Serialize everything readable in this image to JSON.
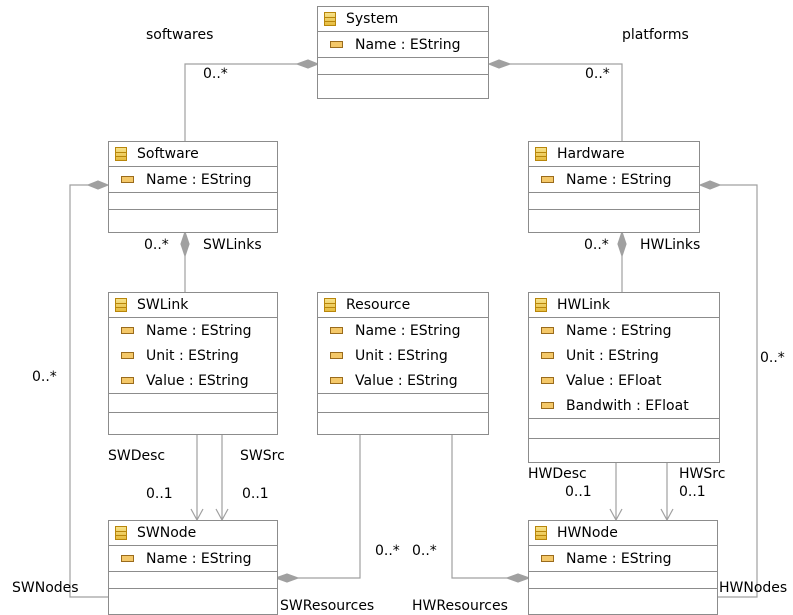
{
  "classes": {
    "system": {
      "name": "System",
      "attrs": [
        "Name : EString"
      ]
    },
    "software": {
      "name": "Software",
      "attrs": [
        "Name : EString"
      ]
    },
    "hardware": {
      "name": "Hardware",
      "attrs": [
        "Name : EString"
      ]
    },
    "swlink": {
      "name": "SWLink",
      "attrs": [
        "Name : EString",
        "Unit : EString",
        "Value : EString"
      ]
    },
    "resource": {
      "name": "Resource",
      "attrs": [
        "Name : EString",
        "Unit : EString",
        "Value : EString"
      ]
    },
    "hwlink": {
      "name": "HWLink",
      "attrs": [
        "Name : EString",
        "Unit : EString",
        "Value : EFloat",
        "Bandwith : EFloat"
      ]
    },
    "swnode": {
      "name": "SWNode",
      "attrs": [
        "Name : EString"
      ]
    },
    "hwnode": {
      "name": "HWNode",
      "attrs": [
        "Name : EString"
      ]
    }
  },
  "labels": {
    "softwares": "softwares",
    "softwares_mult": "0..*",
    "platforms": "platforms",
    "platforms_mult": "0..*",
    "swlinks": "SWLinks",
    "swlinks_mult": "0..*",
    "hwlinks": "HWLinks",
    "hwlinks_mult": "0..*",
    "swnodes_mult": "0..*",
    "swnodes": "SWNodes",
    "hwnodes_mult": "0..*",
    "hwnodes": "HWNodes",
    "swdesc": "SWDesc",
    "swdesc_mult": "0..1",
    "swsrc": "SWSrc",
    "swsrc_mult": "0..1",
    "hwdesc": "HWDesc",
    "hwdesc_mult": "0..1",
    "hwsrc": "HWSrc",
    "hwsrc_mult": "0..1",
    "swresources_mult": "0..*",
    "swresources": "SWResources",
    "hwresources_mult": "0..*",
    "hwresources": "HWResources"
  }
}
